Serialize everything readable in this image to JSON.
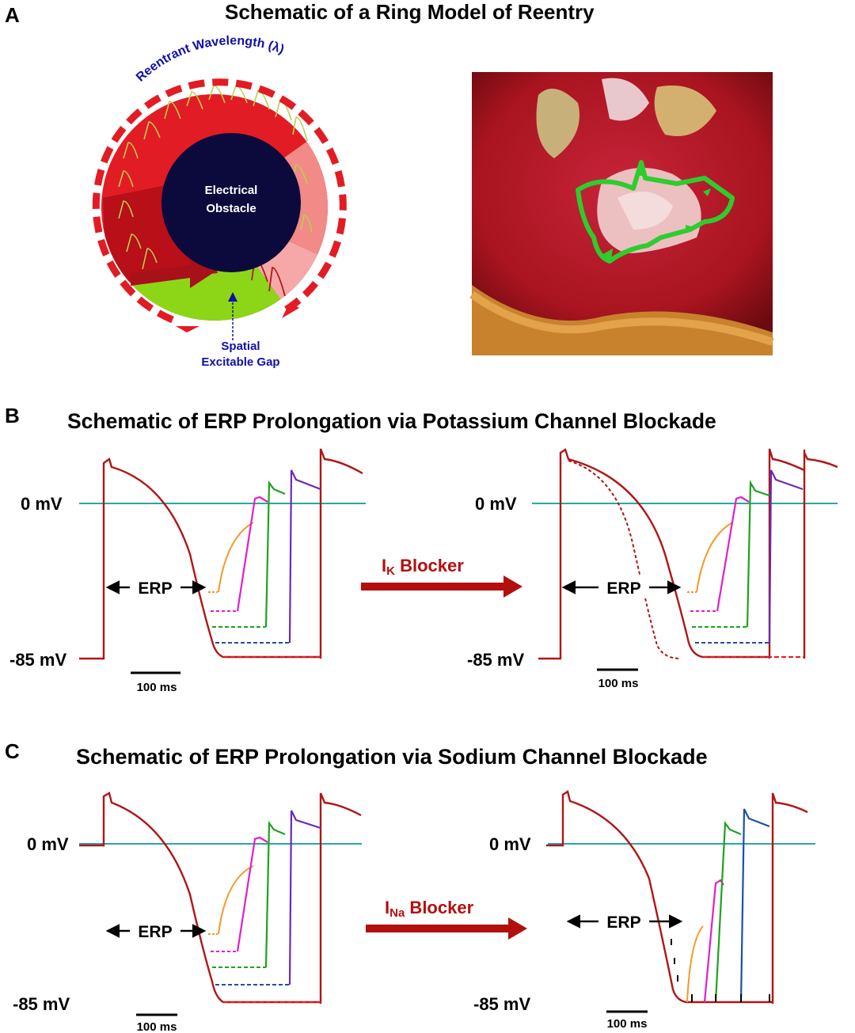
{
  "panels": {
    "a": {
      "letter": "A",
      "title": "Schematic of a Ring Model of Reentry",
      "wavelength_label": "Reentrant Wavelength (λ)",
      "obstacle_line1": "Electrical",
      "obstacle_line2": "Obstacle",
      "gap_line1": "Spatial",
      "gap_line2": "Excitable Gap"
    },
    "b": {
      "letter": "B",
      "title": "Schematic of ERP Prolongation via Potassium Channel Blockade",
      "zero_mv": "0 mV",
      "minus85_mv": "-85 mV",
      "erp_label": "ERP",
      "scale_label": "100 ms",
      "blocker_main": "I",
      "blocker_sub": "K",
      "blocker_rest": " Blocker"
    },
    "c": {
      "letter": "C",
      "title": "Schematic of ERP Prolongation via Sodium Channel Blockade",
      "zero_mv": "0 mV",
      "minus85_mv": "-85 mV",
      "erp_label": "ERP",
      "scale_label": "100 ms",
      "blocker_main": "I",
      "blocker_sub": "Na",
      "blocker_rest": " Blocker"
    }
  },
  "colors": {
    "ap_trace": "#b01616",
    "baseline": "#2aa6a6",
    "arrow_red": "#b30f0f",
    "orange": "#f39a2a",
    "magenta": "#e020c8",
    "green": "#1fa11f",
    "blue": "#1e4fa8",
    "purple": "#6a2ab8",
    "navy": "#0c0a3c",
    "label_blue": "#1010a8",
    "reentry_green": "#2ecc2e"
  }
}
